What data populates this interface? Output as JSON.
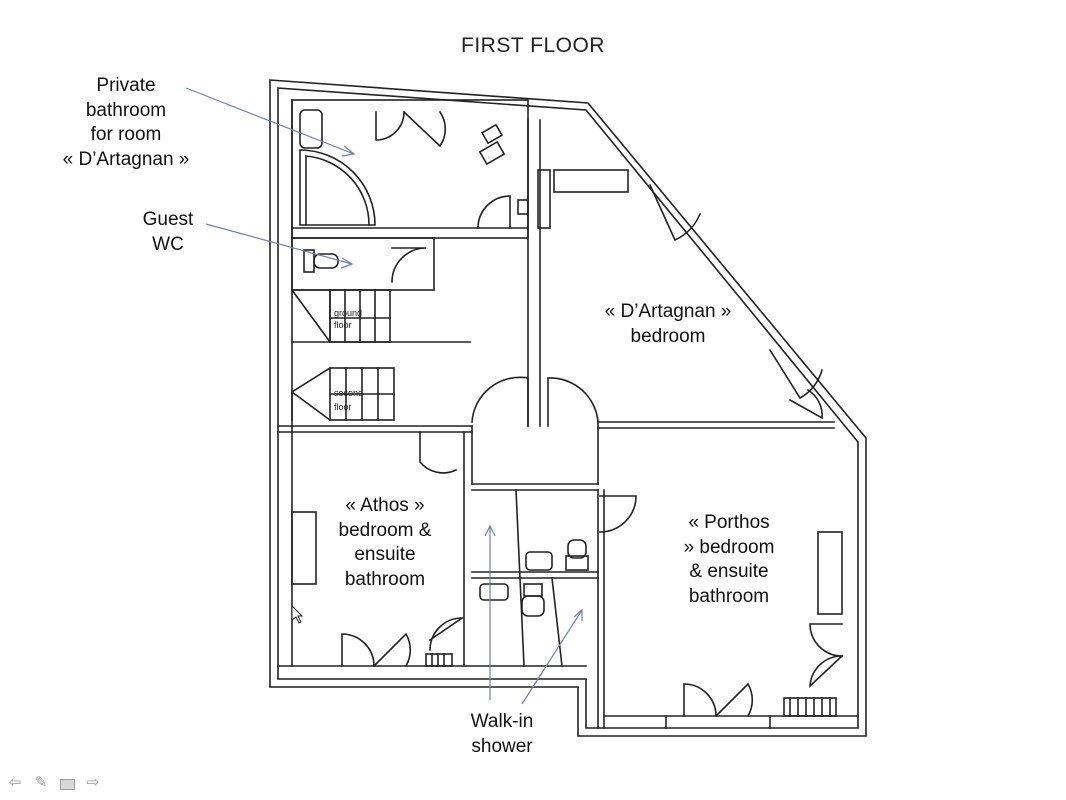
{
  "title": "FIRST FLOOR",
  "labels": {
    "private_bathroom": "Private\nbathroom\nfor room\n« D’Artagnan »",
    "guest_wc": "Guest\nWC",
    "dartagnan": "« D’Artagnan »\nbedroom",
    "athos": "« Athos »\nbedroom &\nensuite\nbathroom",
    "porthos": "« Porthos\n» bedroom\n& ensuite\nbathroom",
    "walkin": "Walk-in\nshower"
  },
  "stairs": {
    "ground": "ground\nfloor",
    "second": "second\nfloor"
  },
  "nav_icons": [
    "back-arrow-icon",
    "pen-icon",
    "slide-menu-icon",
    "forward-arrow-icon"
  ],
  "colors": {
    "wall": "#222222",
    "pointer": "#6f7fb0",
    "nav": "#9a9a9a"
  }
}
